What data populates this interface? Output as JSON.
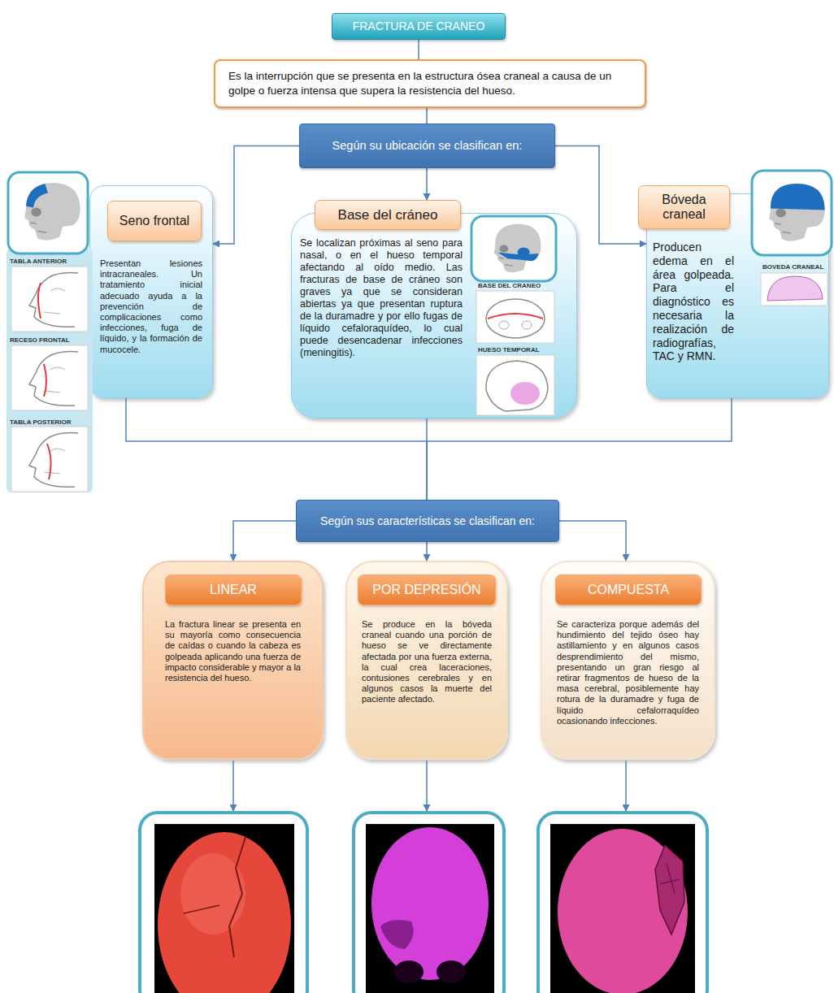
{
  "diagram": {
    "nodes": [
      {
        "text": [
          "FRACTURA DE CRANEO"
        ]
      },
      {
        "text": [
          "Es la interrupción que se presenta en la estructura ósea craneal a causa de un golpe o fuerza intensa que supera la resistencia del hueso."
        ]
      },
      {
        "text": [
          "Según su ubicación se clasifican en:"
        ]
      },
      {
        "text": [
          "Seno frontal",
          "Presentan lesiones intracraneales. Un tratamiento inicial adecuado ayuda a la prevención de complicaciones como infecciones, fuga de líquido, y la formación de mucocele."
        ]
      },
      {
        "text": [
          "Base del cráneo",
          "Se localizan próximas al seno para nasal, o en el hueso temporal afectando al oído medio. Las fracturas de base de cráneo son graves ya que se consideran abiertas ya que presentan ruptura de la duramadre y por ello fugas de líquido cefaloraquídeo, lo cual puede desencadenar infecciones (meningitis)."
        ]
      },
      {
        "text": [
          "Bóveda craneal",
          "Producen edema en el área golpeada. Para el diagnóstico es necesaria la realización de radiografías, TAC y RMN."
        ]
      },
      {
        "text": [
          "Según sus características se clasifican en:"
        ]
      },
      {
        "text": [
          "LINEAR",
          "La fractura linear se presenta en su mayoría como consecuencia de caídas o cuando la cabeza es golpeada aplicando una fuerza de impacto considerable y mayor a la resistencia del hueso."
        ]
      },
      {
        "text": [
          "POR DEPRESIÓN",
          "Se produce en la bóveda craneal cuando una porción de hueso se ve directamente afectada por una fuerza externa, la cual crea laceraciones, contusiones cerebrales y en algunos casos la muerte del paciente afectado."
        ]
      },
      {
        "text": [
          "COMPUESTA",
          "Se caracteriza porque además del hundimiento del tejido óseo hay astillamiento y en algunos casos desprendimiento del mismo, presentando un gran riesgo al retirar fragmentos de hueso de la masa cerebral, posiblemente hay rotura de la duramadre y fuga de líquido cefalorraquídeo ocasionando infecciones."
        ]
      }
    ],
    "edges": [
      {
        "from": 0,
        "to": 1,
        "arrow": "none"
      },
      {
        "from": 1,
        "to": 2,
        "arrow": "none"
      },
      {
        "from": 2,
        "to": 3,
        "arrow": "to"
      },
      {
        "from": 2,
        "to": 4,
        "arrow": "to"
      },
      {
        "from": 2,
        "to": 5,
        "arrow": "to"
      },
      {
        "from": 3,
        "to": 6,
        "arrow": "none"
      },
      {
        "from": 4,
        "to": 6,
        "arrow": "none"
      },
      {
        "from": 5,
        "to": 6,
        "arrow": "none"
      },
      {
        "from": 6,
        "to": 7,
        "arrow": "to"
      },
      {
        "from": 6,
        "to": 8,
        "arrow": "to"
      },
      {
        "from": 6,
        "to": 9,
        "arrow": "to"
      }
    ],
    "labels": [
      "TABLA ANTERIOR",
      "RECESO FRONTAL",
      "TABLA POSTERIOR",
      "BASE DEL CRANEO",
      "HUESO TEMPORAL",
      "BOVEDA CRANEAL"
    ]
  }
}
